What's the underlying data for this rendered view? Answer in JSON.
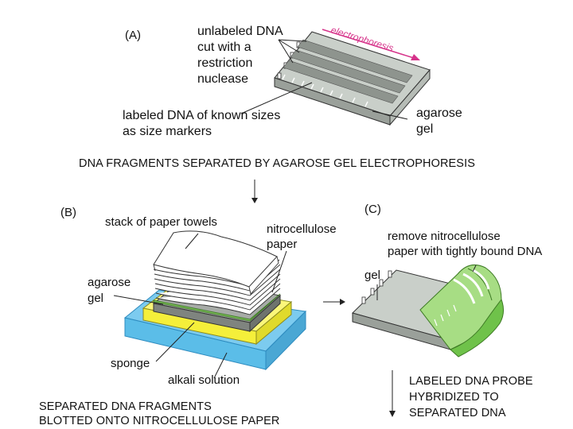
{
  "panel_a": {
    "letter": "(A)",
    "unlabeled_dna": [
      "unlabeled DNA",
      "cut with a",
      "restriction",
      "nuclease"
    ],
    "electrophoresis": "electrophoresis",
    "labeled_dna": [
      "labeled DNA of known sizes",
      "as size markers"
    ],
    "agarose_gel": [
      "agarose",
      "gel"
    ],
    "caption": "DNA FRAGMENTS SEPARATED BY AGAROSE GEL ELECTROPHORESIS"
  },
  "panel_b": {
    "letter": "(B)",
    "paper_towels": "stack of paper towels",
    "nitrocellulose": [
      "nitrocellulose",
      "paper"
    ],
    "agarose_gel": [
      "agarose",
      "gel"
    ],
    "sponge": "sponge",
    "alkali": "alkali solution",
    "caption": [
      "SEPARATED DNA FRAGMENTS",
      "BLOTTED ONTO NITROCELLULOSE PAPER"
    ]
  },
  "panel_c": {
    "letter": "(C)",
    "remove": [
      "remove nitrocellulose",
      "paper with tightly bound DNA"
    ],
    "gel": "gel",
    "caption": [
      "LABELED DNA PROBE",
      "HYBRIDIZED TO",
      "SEPARATED DNA"
    ]
  },
  "colors": {
    "gel_top": "#c9cfc9",
    "gel_side": "#9aa09a",
    "band": "#8e948e",
    "magenta": "#d6338a",
    "yellow": "#f5ef3a",
    "blue": "#5bbde8",
    "green": "#6fc24a",
    "green_light": "#a7dd84"
  }
}
